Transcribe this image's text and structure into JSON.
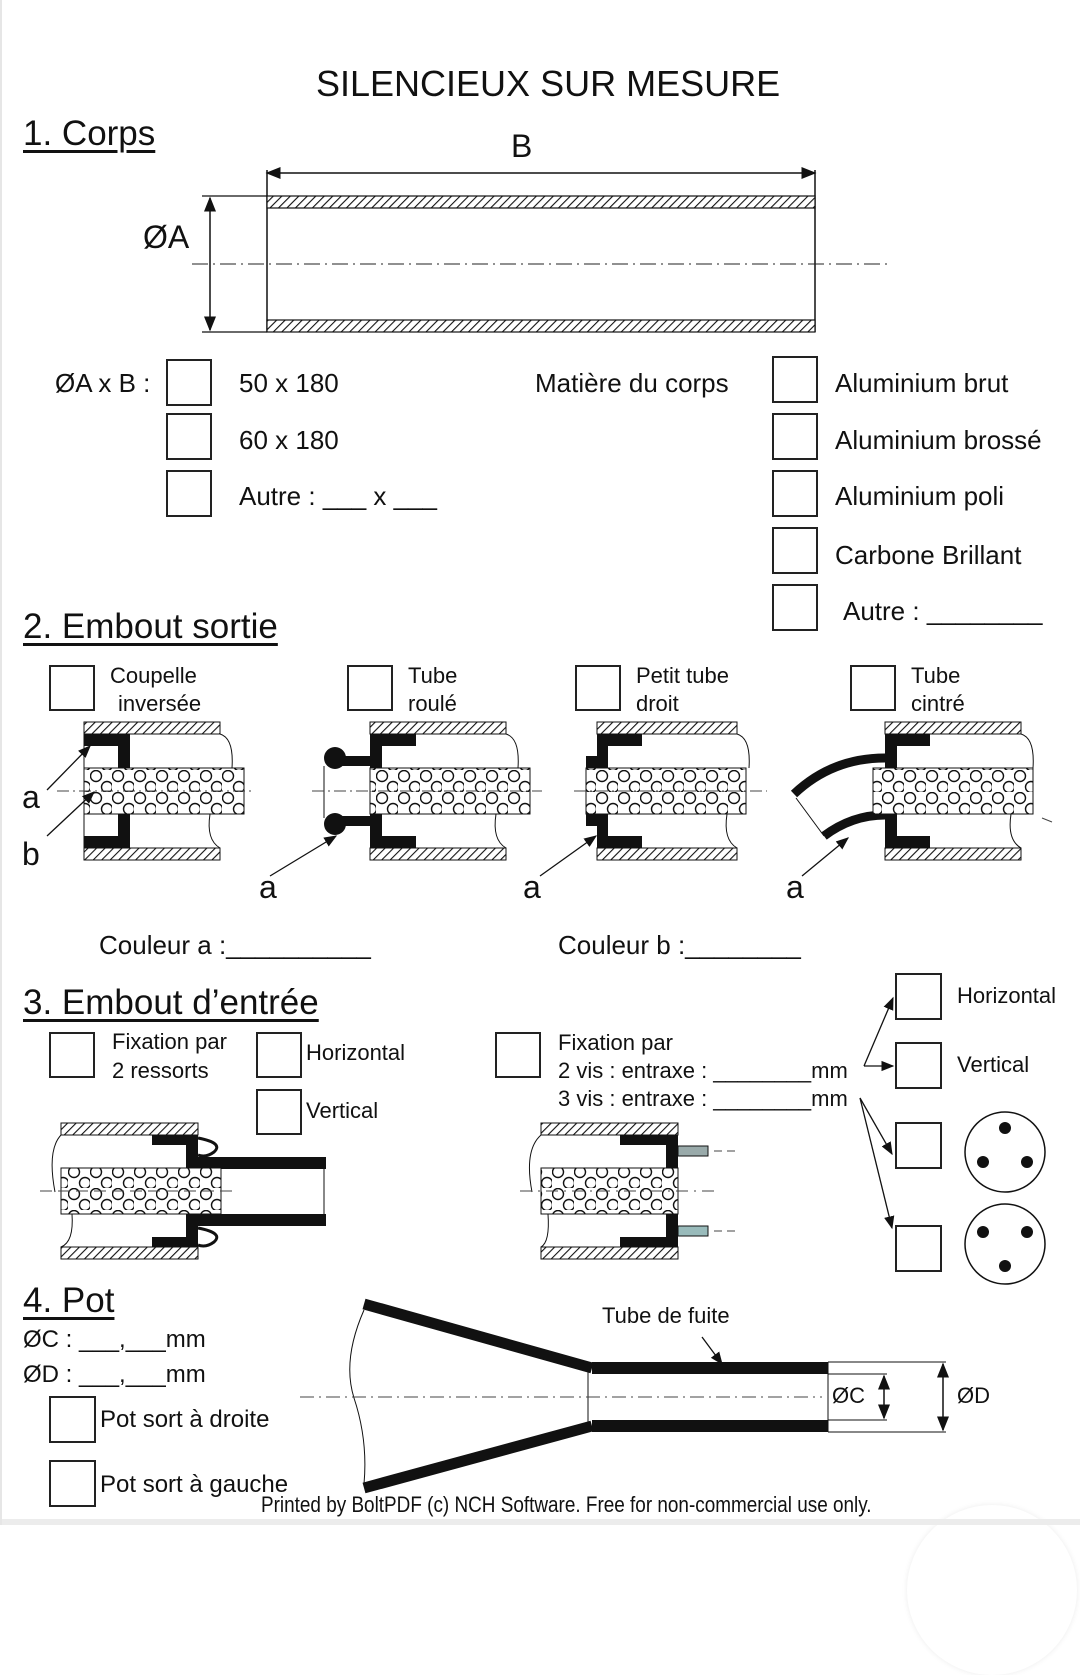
{
  "title": "SILENCIEUX SUR MESURE",
  "section1": {
    "heading": "1. Corps",
    "dim_B": "B",
    "dim_A": "ØA",
    "size_label": "ØA x B :",
    "size_options": [
      "50 x 180",
      "60 x 180",
      "Autre : ___ x ___"
    ],
    "material_label": "Matière du corps",
    "material_options": [
      "Aluminium brut",
      "Aluminium brossé",
      "Aluminium poli",
      "Carbone Brillant",
      "Autre : ________"
    ]
  },
  "section2": {
    "heading": "2. Embout sortie",
    "options": [
      {
        "line1": "Coupelle",
        "line2": "inversée"
      },
      {
        "line1": "Tube",
        "line2": "roulé"
      },
      {
        "line1": "Petit tube",
        "line2": "droit"
      },
      {
        "line1": "Tube",
        "line2": "cintré"
      }
    ],
    "callout_a": "a",
    "callout_b": "b",
    "color_a": "Couleur a :__________",
    "color_b": "Couleur b :________"
  },
  "section3": {
    "heading": "3. Embout d’entrée",
    "springs": {
      "line1": "Fixation par",
      "line2": "2 ressorts",
      "horizontal": "Horizontal",
      "vertical": "Vertical"
    },
    "screws": {
      "line1": "Fixation par",
      "line2": "2 vis : entraxe : ________mm",
      "line3": "3 vis : entraxe : ________mm",
      "horizontal": "Horizontal",
      "vertical": "Vertical"
    }
  },
  "section4": {
    "heading": "4. Pot",
    "dia_C": "ØC : ___,___mm",
    "dia_D": "ØD : ___,___mm",
    "exit_right": "Pot sort à droite",
    "exit_left": "Pot sort à gauche",
    "tube_label": "Tube de fuite",
    "label_C": "ØC",
    "label_D": "ØD"
  },
  "footer": "Printed by BoltPDF (c) NCH Software. Free for non-commercial use only."
}
